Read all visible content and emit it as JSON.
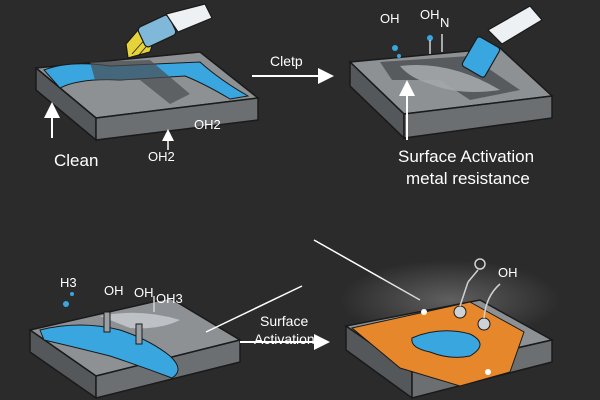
{
  "panels": [
    {
      "id": "clean",
      "caption": "Clean",
      "chem": [
        "OH2",
        "OH2"
      ]
    },
    {
      "id": "surface-activation-top",
      "caption_line1": "Surface Activation",
      "caption_line2": "metal resistance",
      "chem": [
        "OH",
        "OH",
        "N"
      ]
    },
    {
      "id": "bottom-left",
      "chem": [
        "H3",
        "OH",
        "OH",
        "OH3"
      ]
    },
    {
      "id": "bottom-right",
      "chem": [
        "OH"
      ]
    }
  ],
  "arrows": {
    "top_arrow_label": "Cletp",
    "bottom_arrow_label_line1": "Surface",
    "bottom_arrow_label_line2": "Activation"
  },
  "colors": {
    "background": "#2b2b2b",
    "slab_top": "#8e9194",
    "slab_front": "#6c6f72",
    "slab_side": "#55585b",
    "water_blue": "#3aa6e0",
    "coating_orange": "#e5872a",
    "glove": "#eef1f4",
    "nozzle_yellow": "#e6d33a"
  }
}
